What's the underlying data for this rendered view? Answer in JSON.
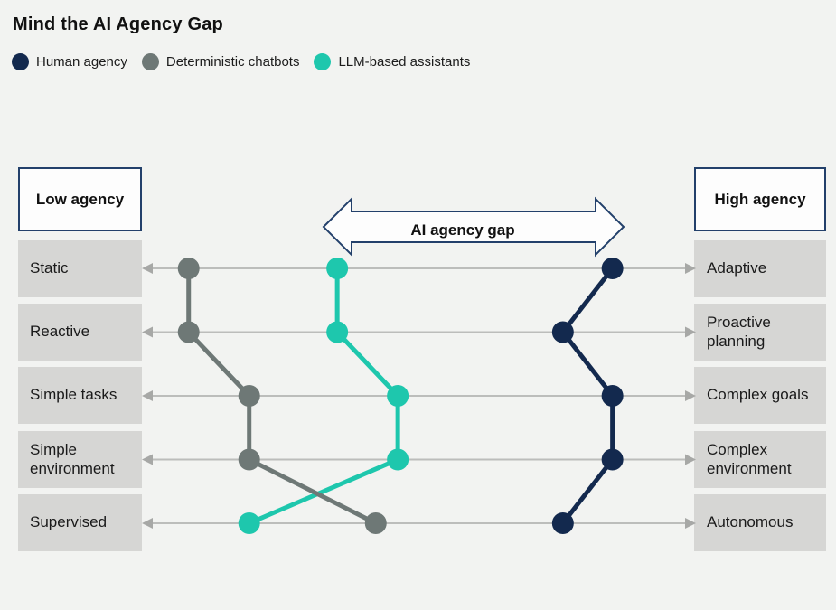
{
  "title": "Mind the AI Agency Gap",
  "legend": [
    {
      "label": "Human agency",
      "color": "#13294e"
    },
    {
      "label": "Deterministic chatbots",
      "color": "#6e7876"
    },
    {
      "label": "LLM-based assistants",
      "color": "#1ec7ad"
    }
  ],
  "axis_headers": {
    "left": "Low agency",
    "right": "High agency"
  },
  "gap_arrow_label": "AI agency gap",
  "colors": {
    "background": "#f2f3f1",
    "label_box_fill": "#d6d6d4",
    "track_line": "#bcbdbb",
    "track_arrowhead": "#a7a8a6",
    "header_box_border": "#23406b",
    "gap_arrow_fill": "#fdfdfd",
    "human_agency": "#13294e",
    "deterministic_chatbots": "#6e7876",
    "llm_based_assistants": "#1ec7ad"
  },
  "chart_data": {
    "type": "line",
    "subtype": "slope-dot-plot (low-to-high agency axis per row)",
    "axis_scale_percent": [
      0,
      100
    ],
    "categories": [
      {
        "left": "Static",
        "right": "Adaptive"
      },
      {
        "left": "Reactive",
        "right": "Proactive planning"
      },
      {
        "left": "Simple tasks",
        "right": "Complex goals"
      },
      {
        "left": "Simple environment",
        "right": "Complex environment"
      },
      {
        "left": "Supervised",
        "right": "Autonomous"
      }
    ],
    "series": [
      {
        "name": "Human agency",
        "color": "#13294e",
        "values": [
          85,
          76,
          85,
          85,
          76
        ]
      },
      {
        "name": "Deterministic chatbots",
        "color": "#6e7876",
        "values": [
          8,
          8,
          19,
          19,
          42
        ]
      },
      {
        "name": "LLM-based assistants",
        "color": "#1ec7ad",
        "values": [
          35,
          35,
          46,
          46,
          19
        ]
      }
    ],
    "z_order": [
      "LLM-based assistants",
      "Deterministic chatbots",
      "Human agency"
    ],
    "legend_position": "top-left",
    "grid": false,
    "annotation": "Double-headed arrow labeled AI agency gap spans from LLM-based assistants line to Human agency line above the first row"
  }
}
